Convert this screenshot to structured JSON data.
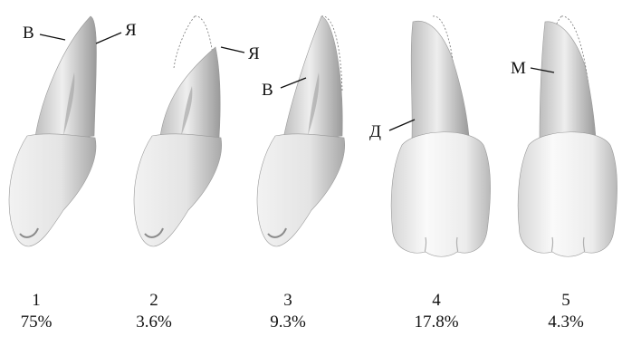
{
  "figures": [
    {
      "number": "1",
      "percent": "75%"
    },
    {
      "number": "2",
      "percent": "3.6%"
    },
    {
      "number": "3",
      "percent": "9.3%"
    },
    {
      "number": "4",
      "percent": "17.8%"
    },
    {
      "number": "5",
      "percent": "4.3%"
    }
  ],
  "labels": {
    "fig1_left": "В",
    "fig1_right": "Я",
    "fig2_right": "Я",
    "fig3_left": "В",
    "fig4_left": "Д",
    "fig5_left": "М"
  },
  "colors": {
    "crown_light": "#f4f4f4",
    "crown_shade": "#c9c9c9",
    "root_light": "#e8e8e8",
    "root_shade": "#9c9c9c",
    "outline": "#8a8a8a"
  }
}
